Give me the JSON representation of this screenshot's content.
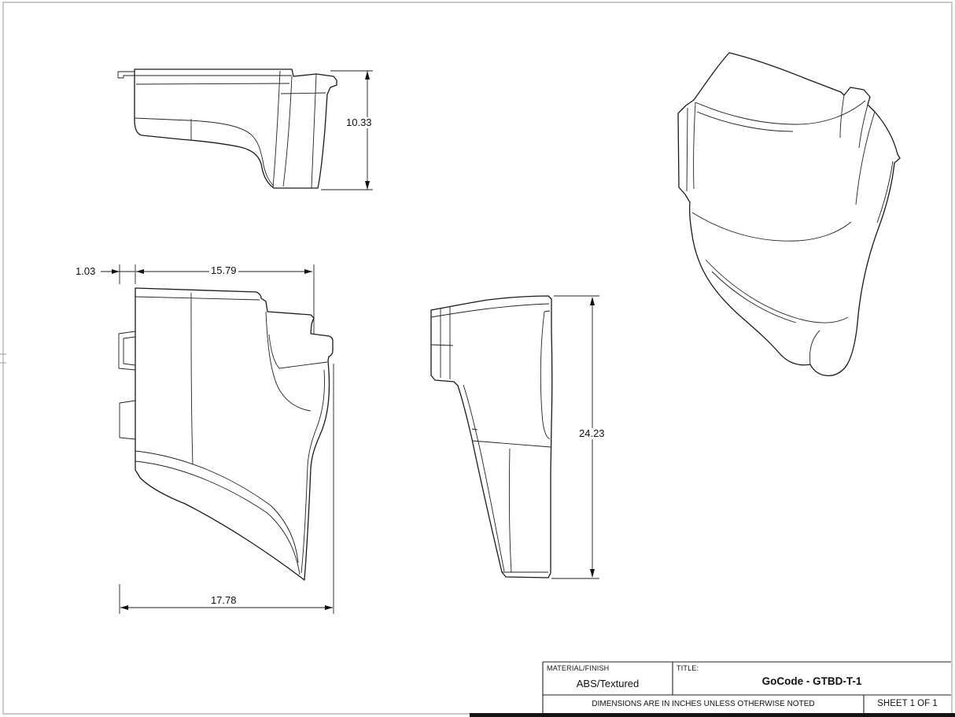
{
  "dims": {
    "top_view_height": "10.33",
    "front_tab_width": "1.03",
    "front_top_width": "15.79",
    "front_bottom_width": "17.78",
    "side_height": "24.23"
  },
  "title_block": {
    "material_label": "MATERIAL/FINISH",
    "material_value": "ABS/Textured",
    "title_label": "TITLE:",
    "title_value": "GoCode - GTBD-T-1",
    "note": "DIMENSIONS ARE IN INCHES UNLESS OTHERWISE NOTED",
    "sheet_label": "SHEET 1 OF 1"
  },
  "colors": {
    "line": "#1a1a1a",
    "border": "#b9b9b9"
  }
}
